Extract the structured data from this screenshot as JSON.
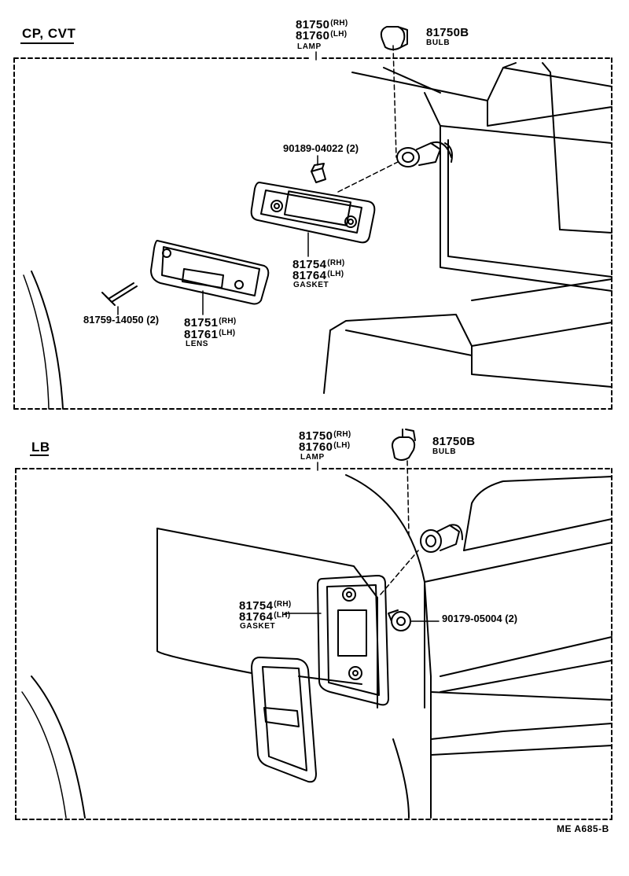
{
  "sections": {
    "top": {
      "label": "CP, CVT",
      "lamp": {
        "rh": "81750",
        "rh_suffix": "(RH)",
        "lh": "81760",
        "lh_suffix": "(LH)",
        "caption": "LAMP"
      },
      "bulb": {
        "number": "81750B",
        "caption": "BULB"
      },
      "screw": {
        "number": "90189-04022 (2)"
      },
      "gasket": {
        "rh": "81754",
        "rh_suffix": "(RH)",
        "lh": "81764",
        "lh_suffix": "(LH)",
        "caption": "GASKET"
      },
      "lens_screw": {
        "number": "81759-14050 (2)"
      },
      "lens": {
        "rh": "81751",
        "rh_suffix": "(RH)",
        "lh": "81761",
        "lh_suffix": "(LH)",
        "caption": "LENS"
      }
    },
    "bottom": {
      "label": "LB",
      "lamp": {
        "rh": "81750",
        "rh_suffix": "(RH)",
        "lh": "81760",
        "lh_suffix": "(LH)",
        "caption": "LAMP"
      },
      "bulb": {
        "number": "81750B",
        "caption": "BULB"
      },
      "gasket": {
        "rh": "81754",
        "rh_suffix": "(RH)",
        "lh": "81764",
        "lh_suffix": "(LH)",
        "caption": "GASKET"
      },
      "grommet": {
        "number": "90179-05004 (2)"
      }
    }
  },
  "footer": {
    "code": "ME  A685-B"
  }
}
